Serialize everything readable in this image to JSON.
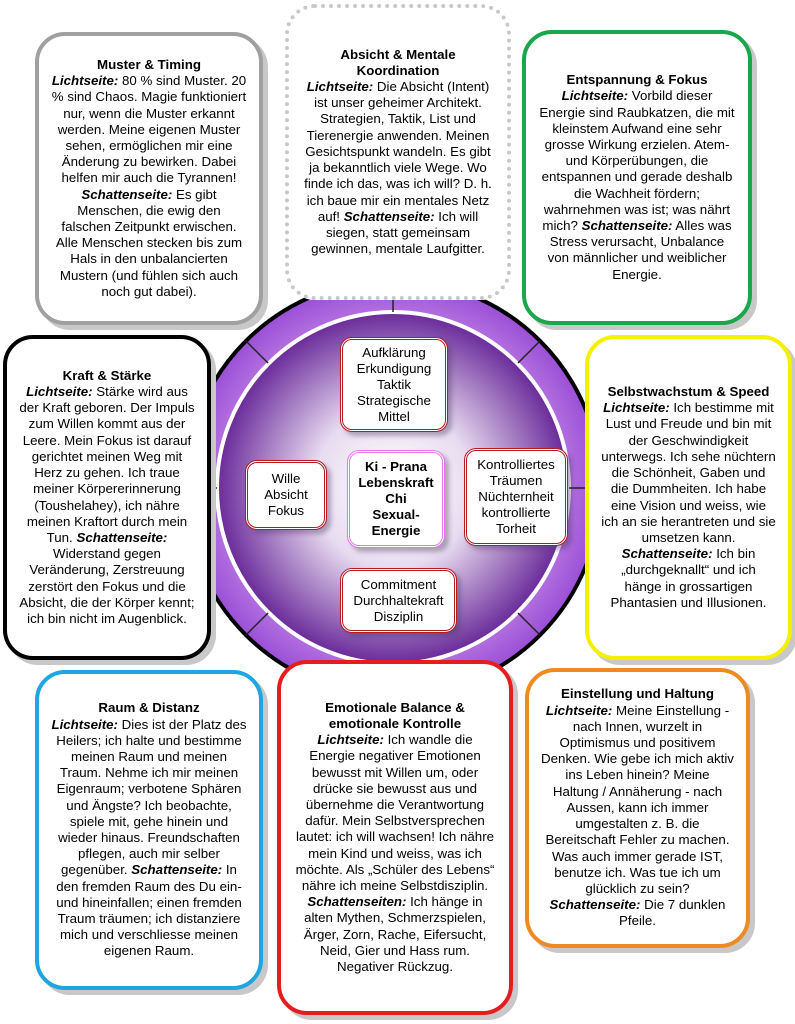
{
  "boxes": [
    {
      "title": "Muster & Timing",
      "parts": [
        {
          "label": "Lichtseite:",
          "text": " 80 % sind Muster. 20 % sind Chaos. Magie funktioniert nur, wenn die Muster erkannt werden. Meine eigenen Muster sehen, ermöglichen mir eine Änderung zu bewirken. Dabei helfen mir auch die Tyrannen! "
        },
        {
          "label": "Schattenseite:",
          "text": " Es gibt Menschen, die ewig den falschen Zeitpunkt erwischen. Alle Menschen stecken bis zum Hals in den unbalancierten Mustern (und fühlen sich auch noch gut dabei)."
        }
      ]
    },
    {
      "title": "Absicht & Mentale Koordination",
      "parts": [
        {
          "label": "Lichtseite:",
          "text": " Die Absicht (Intent) ist unser geheimer Architekt. Strategien, Taktik, List und Tierenergie anwenden. Meinen Gesichtspunkt wandeln. Es gibt ja bekanntlich viele Wege. Wo finde ich das, was ich will? D. h. ich baue mir ein mentales Netz auf! "
        },
        {
          "label": "Schattenseite:",
          "text": " Ich will siegen, statt gemeinsam gewinnen, mentale Laufgitter."
        }
      ]
    },
    {
      "title": "Entspannung & Fokus",
      "parts": [
        {
          "label": "Lichtseite:",
          "text": " Vorbild dieser Energie sind Raubkatzen, die mit kleinstem Aufwand eine sehr grosse Wirkung erzielen. Atem- und Körperübungen, die entspannen und gerade deshalb die Wachheit fördern; wahrnehmen was ist; was nährt mich? "
        },
        {
          "label": "Schattenseite:",
          "text": " Alles was Stress verursacht, Unbalance von männlicher und weiblicher Energie."
        }
      ]
    },
    {
      "title": "Kraft & Stärke",
      "parts": [
        {
          "label": "Lichtseite:",
          "text": " Stärke wird aus der Kraft geboren. Der Impuls zum Willen kommt aus der Leere. Mein Fokus ist darauf gerichtet meinen Weg mit Herz zu gehen. Ich traue meiner Körpererinnerung (Toushelahey), ich nähre meinen Kraftort durch mein Tun. "
        },
        {
          "label": "Schattenseite:",
          "text": " Widerstand gegen Veränderung, Zerstreuung zerstört den Fokus und die Absicht, die der Körper kennt; ich bin nicht im Augenblick."
        }
      ]
    },
    {
      "title": "Selbstwachstum & Speed",
      "parts": [
        {
          "label": "Lichtseite:",
          "text": " Ich bestimme mit Lust und Freude und bin mit der Geschwindigkeit unterwegs. Ich sehe nüchtern die Schönheit, Gaben und die Dummheiten. Ich habe eine Vision und weiss, wie ich an sie herantreten und sie umsetzen kann. "
        },
        {
          "label": "Schattenseite:",
          "text": " Ich bin „durchgeknallt“ und ich hänge in grossartigen Phantasien und Illusionen."
        }
      ]
    },
    {
      "title": "Raum & Distanz",
      "parts": [
        {
          "label": "Lichtseite:",
          "text": " Dies ist der Platz des Heilers; ich halte und bestimme meinen Raum und meinen Traum. Nehme ich mir meinen Eigenraum; verbotene Sphären und Ängste? Ich beobachte, spiele mit, gehe hinein und wieder hinaus. Freundschaften pflegen, auch mir selber gegenüber. "
        },
        {
          "label": "Schattenseite:",
          "text": " In den fremden Raum des Du ein- und hineinfallen; einen fremden Traum träumen; ich distanziere mich und verschliesse meinen eigenen Raum."
        }
      ]
    },
    {
      "title": "Emotionale Balance & emotionale Kontrolle",
      "parts": [
        {
          "label": "Lichtseite:",
          "text": " Ich wandle die Energie negativer Emotionen bewusst mit Willen um, oder drücke sie bewusst aus und übernehme die Verantwortung dafür. Mein Selbstversprechen lautet: ich will wachsen! Ich nähre mein Kind und weiss, was ich möchte. Als „Schüler des Lebens“ nähre ich meine Selbstdisziplin. "
        },
        {
          "label": "Schattenseiten:",
          "text": " Ich hänge in alten Mythen, Schmerzspielen, Ärger, Zorn, Rache, Eifersucht, Neid, Gier und Hass rum. Negativer Rückzug."
        }
      ]
    },
    {
      "title": "Einstellung und Haltung",
      "parts": [
        {
          "label": "Lichtseite:",
          "text": " Meine Einstellung - nach Innen, wurzelt in Optimismus und positivem Denken. Wie gebe ich mich aktiv ins Leben hinein? Meine Haltung / Annäherung - nach Aussen, kann ich immer umgestalten z. B. die Bereitschaft Fehler zu machen. Was auch immer gerade IST, benutze ich. Was tue ich um glücklich zu sein? "
        },
        {
          "label": "Schattenseite:",
          "text": " Die 7 dunklen Pfeile."
        }
      ]
    }
  ],
  "wheel": {
    "top": [
      "Aufklärung",
      "Erkundigung",
      "Taktik",
      "Strategische",
      "Mittel"
    ],
    "left": [
      "Wille",
      "Absicht",
      "Fokus"
    ],
    "right": [
      "Kontrolliertes",
      "Träumen",
      "Nüchternheit",
      "kontrollierte",
      "Torheit"
    ],
    "bottom": [
      "Commitment",
      "Durchhaltekraft",
      "Disziplin"
    ],
    "center": [
      "Ki - Prana",
      "Lebenskraft",
      "Chi",
      "Sexual-",
      "Energie"
    ]
  }
}
